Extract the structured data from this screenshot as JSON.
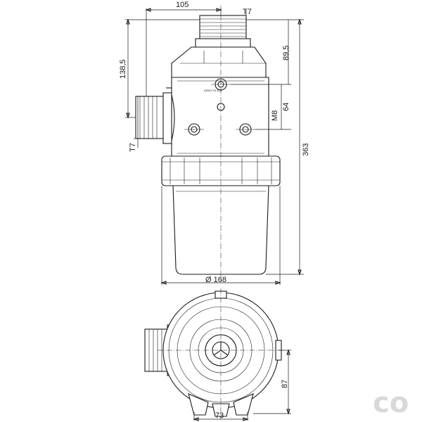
{
  "dimensions": {
    "top_width": "105",
    "top_thread": "T7",
    "height_to_inlet": "138,5",
    "upper_height": "89,5",
    "bolt_spacing": "64",
    "bolt_thread": "M8",
    "side_thread": "T7",
    "total_height": "363",
    "diameter": "Ø 168",
    "bottom_offset": "87",
    "bottom_width": "73"
  },
  "label_text": "ARAG FILTER",
  "brand_logo": "co",
  "colors": {
    "line": "#1a1a1a",
    "logo": "#d9d9d9"
  }
}
